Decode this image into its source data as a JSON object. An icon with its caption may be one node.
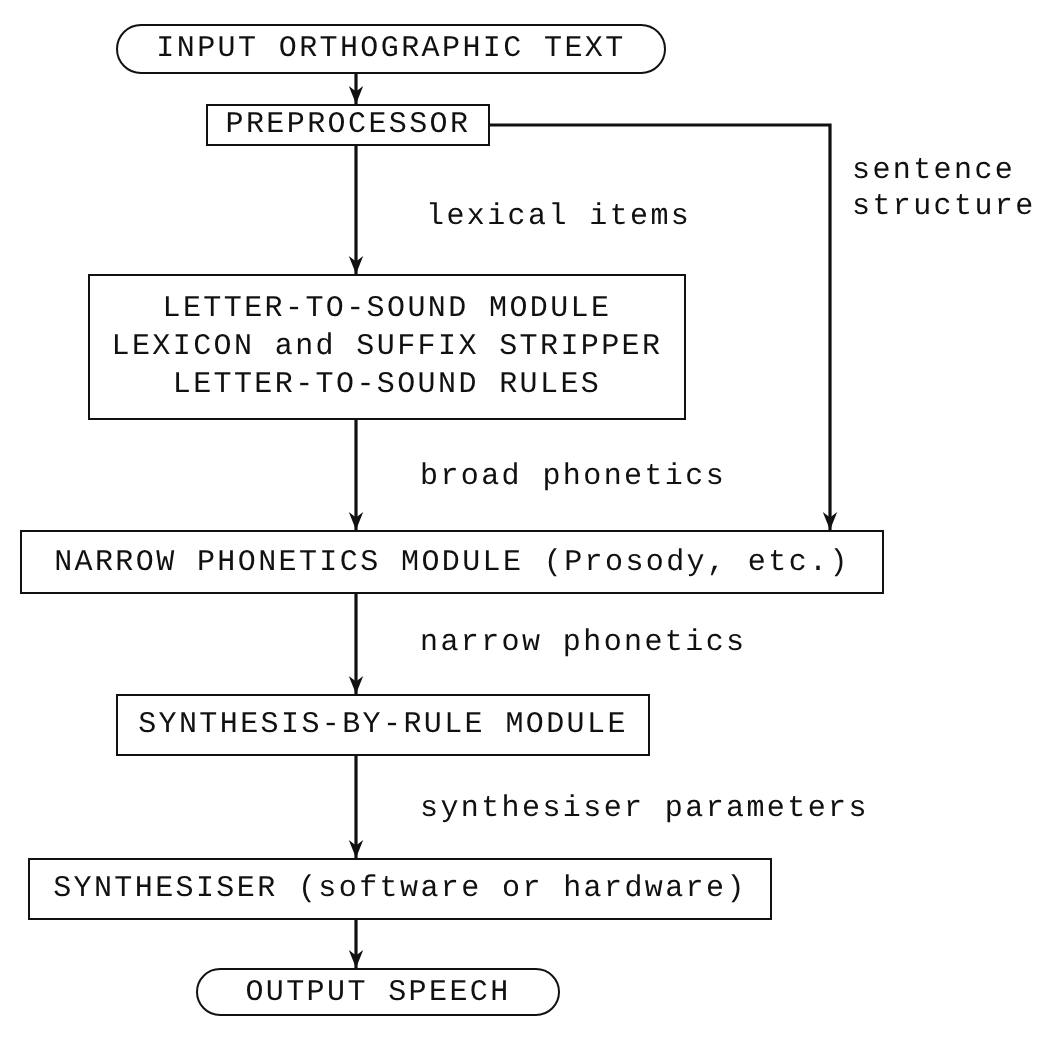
{
  "diagram": {
    "nodes": [
      {
        "text": [
          "INPUT ORTHOGRAPHIC TEXT"
        ]
      },
      {
        "text": [
          "PREPROCESSOR"
        ]
      },
      {
        "text": [
          "LETTER-TO-SOUND MODULE",
          "LEXICON and SUFFIX STRIPPER",
          "LETTER-TO-SOUND RULES"
        ]
      },
      {
        "text": [
          "NARROW PHONETICS MODULE (Prosody, etc.)"
        ]
      },
      {
        "text": [
          "SYNTHESIS-BY-RULE MODULE"
        ]
      },
      {
        "text": [
          "SYNTHESISER (software or hardware)"
        ]
      },
      {
        "text": [
          "OUTPUT SPEECH"
        ]
      }
    ],
    "edges": [
      {
        "from": 0,
        "to": 1,
        "arrow": "to"
      },
      {
        "from": 1,
        "to": 2,
        "arrow": "to",
        "label": "lexical items"
      },
      {
        "from": 2,
        "to": 3,
        "arrow": "to",
        "label": "broad phonetics"
      },
      {
        "from": 1,
        "to": 3,
        "arrow": "to",
        "label": "sentence structure"
      },
      {
        "from": 3,
        "to": 4,
        "arrow": "to",
        "label": "narrow phonetics"
      },
      {
        "from": 4,
        "to": 5,
        "arrow": "to",
        "label": "synthesiser parameters"
      },
      {
        "from": 5,
        "to": 6,
        "arrow": "to"
      }
    ]
  }
}
